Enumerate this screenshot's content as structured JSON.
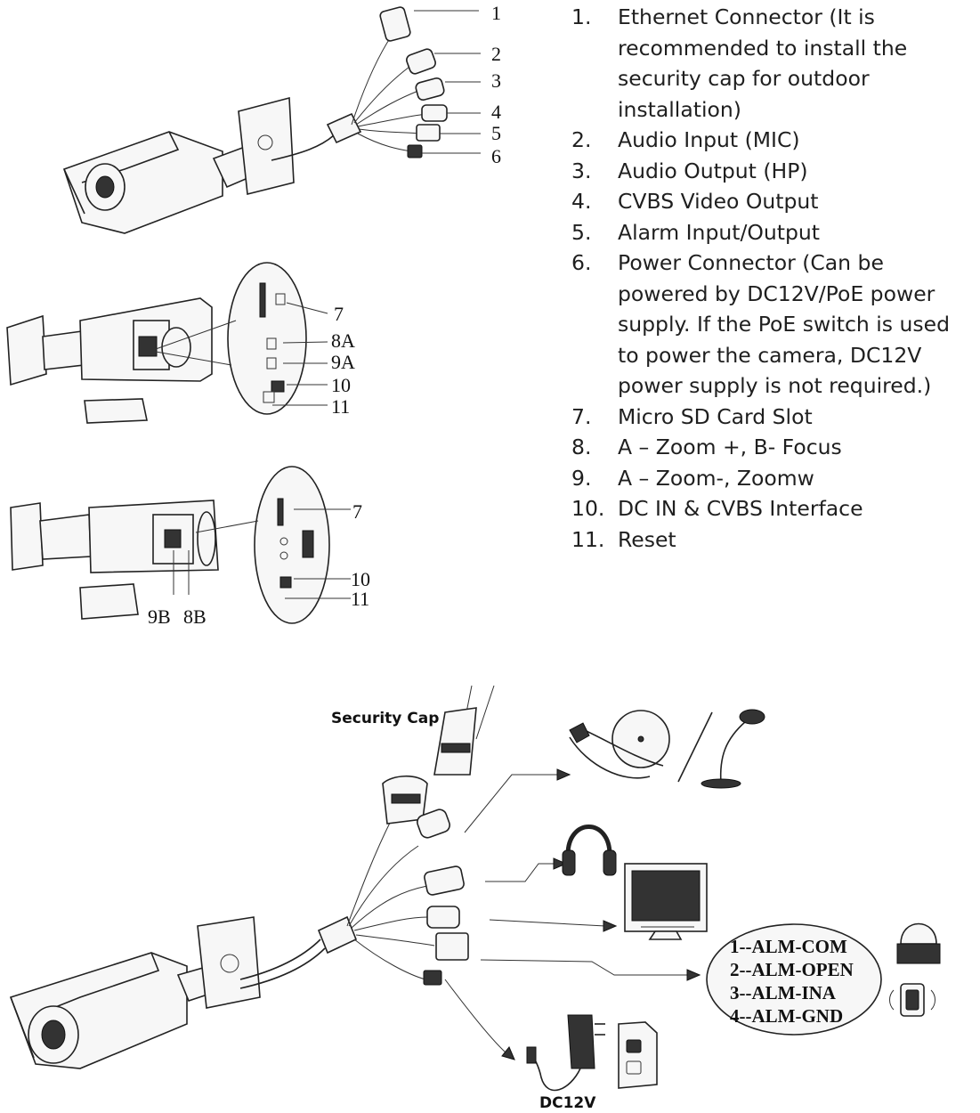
{
  "legend": [
    {
      "num": "1.",
      "text": "Ethernet Connector (It is recommended to install the security cap for outdoor installation)"
    },
    {
      "num": "2.",
      "text": "Audio Input (MIC)"
    },
    {
      "num": "3.",
      "text": "Audio Output (HP)"
    },
    {
      "num": "4.",
      "text": "CVBS Video Output"
    },
    {
      "num": "5.",
      "text": "Alarm Input/Output"
    },
    {
      "num": "6.",
      "text": "Power Connector (Can be powered by DC12V/PoE power supply. If the PoE switch is used to power the camera, DC12V power supply is not required.)"
    },
    {
      "num": "7.",
      "text": "Micro SD Card Slot"
    },
    {
      "num": "8.",
      "text": "A – Zoom +, B- Focus"
    },
    {
      "num": "9.",
      "text": "A – Zoom-, Zoomw"
    },
    {
      "num": "10.",
      "text": "DC IN & CVBS Interface"
    },
    {
      "num": "11.",
      "text": "Reset"
    }
  ],
  "callouts_top": [
    "1",
    "2",
    "3",
    "4",
    "5",
    "6"
  ],
  "callouts_mid": [
    "7",
    "8A",
    "9A",
    "10",
    "11"
  ],
  "callouts_low": [
    "7",
    "10",
    "11",
    "9B",
    "8B"
  ],
  "labels": {
    "security_cap": "Security Cap",
    "dc12v": "DC12V"
  },
  "alarm_pins": [
    "1--ALM-COM",
    "2--ALM-OPEN",
    "3--ALM-INA",
    "4--ALM-GND"
  ]
}
